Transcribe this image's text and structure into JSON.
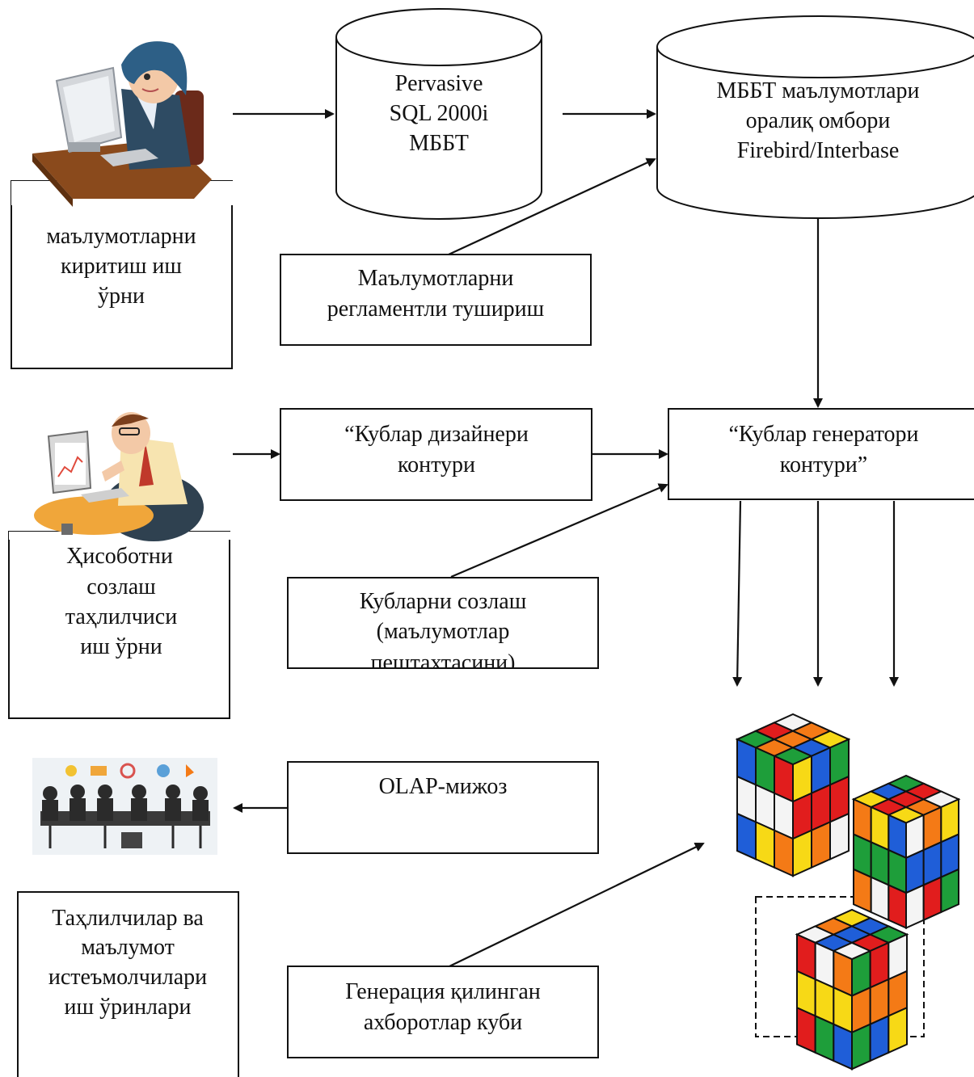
{
  "nodes": {
    "input_workplace": [
      "маълумотларни",
      "киритиш иш",
      "ўрни"
    ],
    "pervasive_db": [
      "Pervasive",
      "SQL 2000i",
      "МББТ"
    ],
    "intermediate_db": [
      "МББТ маълумотлари",
      "оралиқ омбори",
      "Firebird/Interbase"
    ],
    "scheduled_unload": [
      "Маълумотларни",
      "регламентли тушириш"
    ],
    "cube_designer": [
      "“Кублар дизайнери",
      "контури"
    ],
    "cube_generator": [
      "“Кублар генератори",
      "контури”"
    ],
    "report_analyst": [
      "Ҳисоботни",
      "созлаш",
      "таҳлилчиси",
      "иш ўрни"
    ],
    "cube_setup": [
      "Кубларни созлаш",
      "(маълумотлар",
      "пештахтасини)"
    ],
    "olap_client": [
      "OLAP-мижоз"
    ],
    "consumers": [
      "Таҳлилчилар ва",
      "маълумот",
      "истеъмолчилари",
      "иш ўринлари"
    ],
    "generated_cube": [
      "Генерация қилинган",
      "ахборотлар куби"
    ]
  },
  "illustrations": {
    "woman_at_computer": "woman-at-computer-icon",
    "man_at_computer": "man-at-computer-icon",
    "team_meeting": "team-meeting-icon",
    "rubik_cube": "rubik-cube-icon"
  },
  "colors": {
    "line": "#111111",
    "cube_red": "#e11d1d",
    "cube_green": "#1e9e3a",
    "cube_blue": "#1f5ed8",
    "cube_yellow": "#f7d916",
    "cube_orange": "#f47a16",
    "cube_white": "#f4f4f4"
  }
}
